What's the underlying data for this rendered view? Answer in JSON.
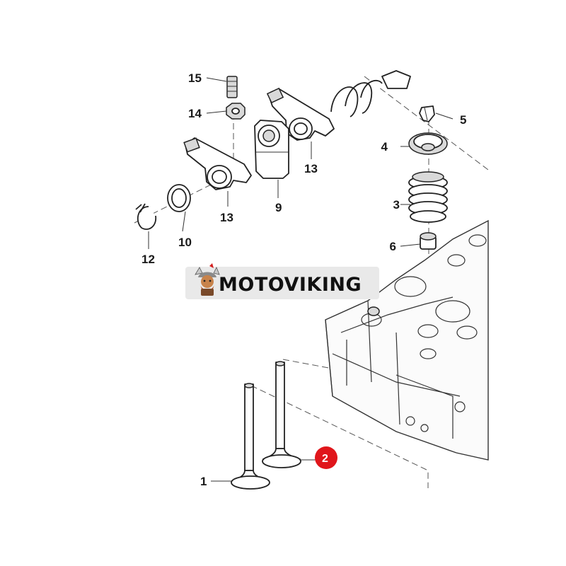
{
  "watermark": {
    "brand": "MOTOVIKING",
    "mascot_icon": "viking-mascot-icon"
  },
  "callouts": [
    {
      "id": "1",
      "label": "1"
    },
    {
      "id": "2",
      "label": "2",
      "highlight_color": "#e0161b"
    },
    {
      "id": "3",
      "label": "3"
    },
    {
      "id": "4",
      "label": "4"
    },
    {
      "id": "5",
      "label": "5"
    },
    {
      "id": "6",
      "label": "6"
    },
    {
      "id": "9",
      "label": "9"
    },
    {
      "id": "10",
      "label": "10"
    },
    {
      "id": "12",
      "label": "12"
    },
    {
      "id": "13a",
      "label": "13"
    },
    {
      "id": "13b",
      "label": "13"
    },
    {
      "id": "14",
      "label": "14"
    },
    {
      "id": "15",
      "label": "15"
    }
  ],
  "colors": {
    "line": "#222222",
    "highlight": "#e0161b",
    "watermark_bg": "#e9e9e9"
  }
}
